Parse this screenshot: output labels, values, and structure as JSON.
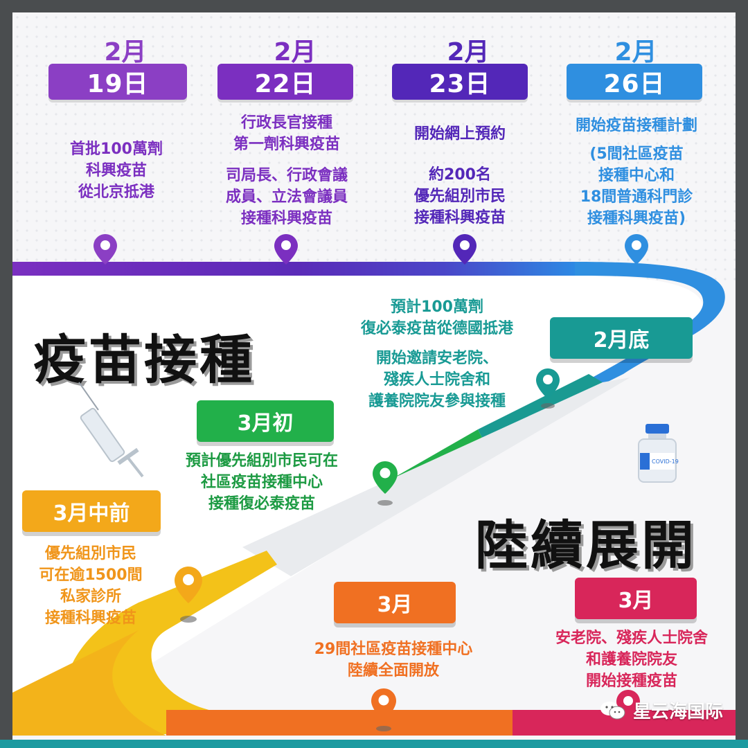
{
  "top_events": [
    {
      "month": "2月",
      "day": "19日",
      "color": "#8b3fc4",
      "lines": [
        "首批100萬劑",
        "科興疫苗",
        "從北京抵港"
      ]
    },
    {
      "month": "2月",
      "day": "22日",
      "color": "#7b2fc0",
      "lines_a": [
        "行政長官接種",
        "第一劑科興疫苗"
      ],
      "lines_b": [
        "司局長、行政會議",
        "成員、立法會議員",
        "接種科興疫苗"
      ]
    },
    {
      "month": "2月",
      "day": "23日",
      "color": "#5327b8",
      "lines_a": [
        "開始網上預約"
      ],
      "lines_b": [
        "約200名",
        "優先組別市民",
        "接種科興疫苗"
      ]
    },
    {
      "month": "2月",
      "day": "26日",
      "color": "#2f8fe0",
      "lines_a": [
        "開始疫苗接種計劃"
      ],
      "lines_b": [
        "(5間社區疫苗",
        "接種中心和",
        "18間普通科門診",
        "接種科興疫苗)"
      ]
    }
  ],
  "titles": {
    "left": "疫苗接種",
    "right": "陸續展開"
  },
  "phases": {
    "end_feb": {
      "label": "2月底",
      "color": "#189a94",
      "lines_a": [
        "預計100萬劑",
        "復必泰疫苗從德國抵港"
      ],
      "lines_b": [
        "開始邀請安老院、",
        "殘疾人士院舍和",
        "護養院院友參與接種"
      ]
    },
    "early_mar": {
      "label": "3月初",
      "color": "#22b04a",
      "lines": [
        "預計優先組別市民可在",
        "社區疫苗接種中心",
        "接種復必泰疫苗"
      ]
    },
    "mid_mar": {
      "label": "3月中前",
      "color": "#f3a81a",
      "lines": [
        "優先組別市民",
        "可在逾1500間",
        "私家診所",
        "接種科興疫苗"
      ]
    },
    "mar_a": {
      "label": "3月",
      "color": "#f07022",
      "lines": [
        "29間社區疫苗接種中心",
        "陸續全面開放"
      ]
    },
    "mar_b": {
      "label": "3月",
      "color": "#d8265a",
      "lines": [
        "安老院、殘疾人士院舍",
        "和護養院院友",
        "開始接種疫苗"
      ]
    }
  },
  "vial_label": "COVID-19",
  "watermark": "星云海国际"
}
